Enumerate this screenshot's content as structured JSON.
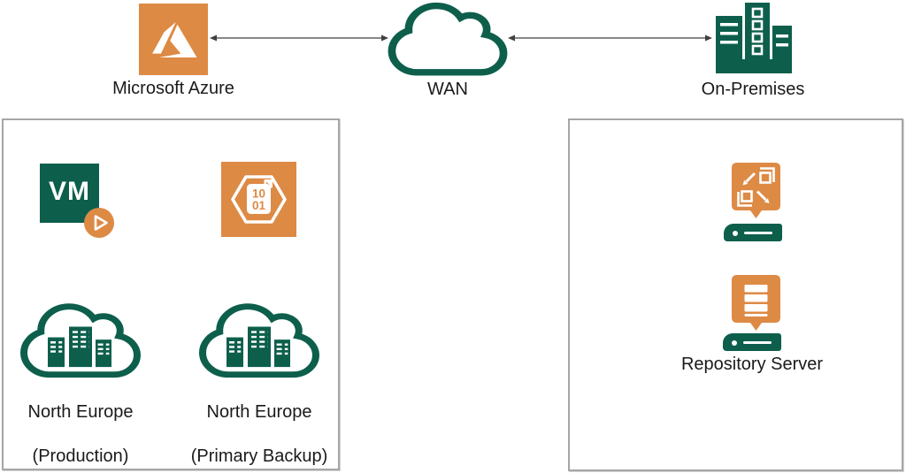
{
  "colors": {
    "orange": "#DD8A45",
    "teal": "#0D5F4C",
    "box_border": "#A6A6A6",
    "arrow": "#404040",
    "text": "#1A1A1A"
  },
  "top_row": {
    "azure": {
      "label": "Microsoft Azure",
      "icon": "azure-logo-icon"
    },
    "wan": {
      "label": "WAN",
      "icon": "cloud-outline-icon"
    },
    "on_premises": {
      "label": "On-Premises",
      "icon": "buildings-icon"
    }
  },
  "azure_region_box": {
    "vm": {
      "label": "VM",
      "icon": "virtual-machine-icon"
    },
    "backup_file": {
      "line1": "10",
      "line2": "01",
      "icon": "backup-data-hexagon-icon"
    },
    "production_cloud": {
      "label_line1": "North Europe",
      "label_line2": "(Production)",
      "icon": "cloud-datacenter-icon"
    },
    "backup_cloud": {
      "label_line1": "North Europe",
      "label_line2": "(Primary Backup)",
      "icon": "cloud-datacenter-icon"
    }
  },
  "onprem_box": {
    "proxy": {
      "icon": "proxy-appliance-icon"
    },
    "repository_server": {
      "label": "Repository Server",
      "icon": "repository-icon"
    }
  }
}
